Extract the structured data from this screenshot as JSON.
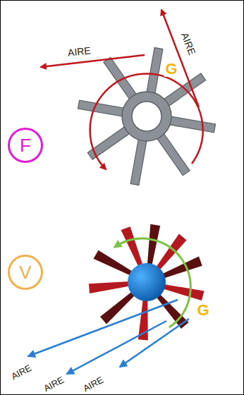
{
  "diagram": {
    "nodes": [
      {
        "text": [
          "F"
        ]
      },
      {
        "text": [
          "V"
        ]
      }
    ],
    "labels": [
      "AIRE",
      "AIRE",
      "G",
      "G",
      "AIRE",
      "AIRE",
      "AIRE"
    ]
  }
}
